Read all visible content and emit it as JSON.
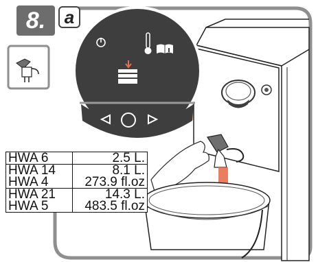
{
  "step": {
    "number": "8.",
    "sub_label": "a"
  },
  "capacity_table": [
    {
      "models": [
        "HWA 6"
      ],
      "values": [
        "2.5 L."
      ]
    },
    {
      "models": [
        "HWA 14",
        "HWA 4"
      ],
      "values": [
        "8.1 L.",
        "273.9 fl.oz"
      ]
    },
    {
      "models": [
        "HWA 21",
        "HWA 5"
      ],
      "values": [
        "14.3 L.",
        "483.5 fl.oz"
      ]
    }
  ],
  "icons": [
    "faucet-icon",
    "power-icon",
    "thermometer-icon",
    "manual-info-icon",
    "fill-level-icon",
    "left-arrow-icon",
    "circle-button-icon",
    "right-arrow-icon"
  ],
  "colors": {
    "panel": "#3e3e3e",
    "highlight_beam": "#f7c3ad",
    "water_stream": "#e8704f",
    "frame_gray": "#8a8a8a"
  }
}
